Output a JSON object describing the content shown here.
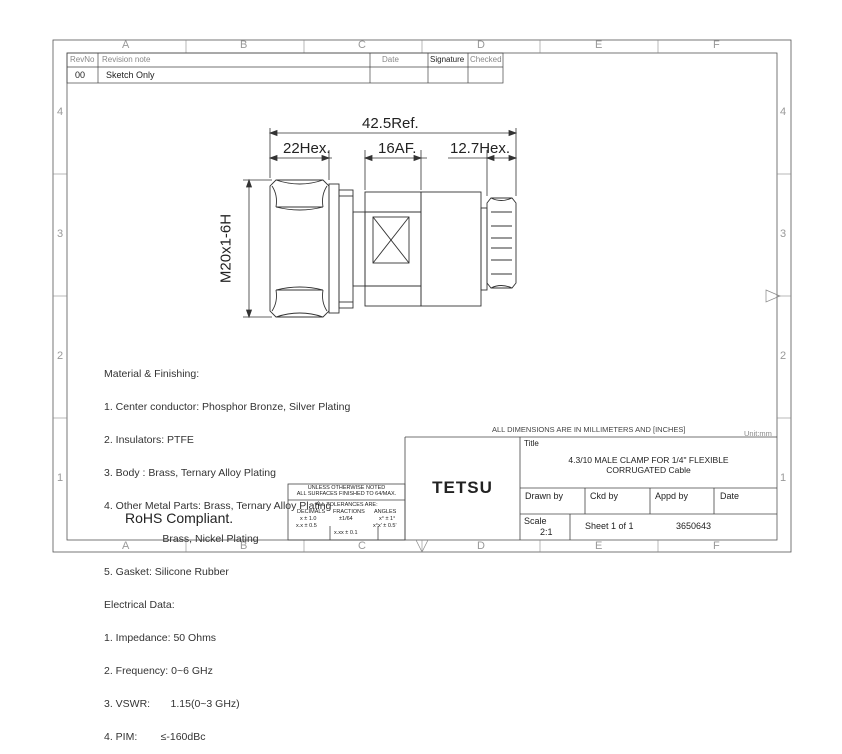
{
  "zones_top": [
    "A",
    "B",
    "C",
    "D",
    "E",
    "F"
  ],
  "zones_bottom": [
    "A",
    "B",
    "C",
    "D",
    "E",
    "F"
  ],
  "zones_left": [
    "4",
    "3",
    "2",
    "1"
  ],
  "zones_right": [
    "4",
    "3",
    "2",
    "1"
  ],
  "revision_table": {
    "headers": {
      "rev": "RevNo",
      "note": "Revision note",
      "date": "Date",
      "signature": "Signature",
      "checked": "Checked"
    },
    "row": {
      "rev": "00",
      "note": "Sketch Only"
    }
  },
  "dimensions": {
    "overall": "42.5Ref.",
    "hex_left": "22Hex.",
    "af_mid": "16AF.",
    "hex_right": "12.7Hex.",
    "thread": "M20x1-6H"
  },
  "materials": [
    "Material & Finishing:",
    "1. Center conductor: Phosphor Bronze, Silver Plating",
    "2. Insulators: PTFE",
    "3. Body : Brass, Ternary Alloy Plating",
    "4. Other Metal Parts: Brass, Ternary Alloy Plating",
    "                    Brass, Nickel Plating",
    "5. Gasket: Silicone Rubber",
    "Electrical Data:",
    "1. Impedance: 50 Ohms",
    "2. Frequency: 0~6 GHz",
    "3. VSWR:       1.15(0~3 GHz)",
    "4. PIM:        ≤-160dBc"
  ],
  "rohs": "RoHS Compliant.",
  "tolerance": {
    "line1": "UNLESS OTHERWISE NOTED",
    "line2": "ALL SURFACES FINISHED TO 64/MAX.",
    "line3": "ALL TOLERANCES ARE:",
    "col_decimals": "DECIMALS",
    "col_fractions": "FRACTIONS",
    "col_angles": "ANGLES",
    "dec1": "x ± 1.0",
    "dec2": "x.x ± 0.5",
    "dec3": "x.xx ± 0.1",
    "frac": "±1/64",
    "ang1": "x° ± 1°",
    "ang2": "x°x' ± 0.5'"
  },
  "title_block": {
    "dims_note": "ALL DIMENSIONS ARE IN MILLIMETERS AND [INCHES]",
    "unit": "Unit:mm",
    "title_label": "Title",
    "title_line1": "4.3/10 MALE CLAMP FOR 1/4\" FLEXIBLE",
    "title_line2": "CORRUGATED Cable",
    "company": "TETSU",
    "drawn_by": "Drawn by",
    "ckd_by": "Ckd by",
    "appd_by": "Appd by",
    "date": "Date",
    "scale_label": "Scale",
    "scale_value": "2:1",
    "sheet": "Sheet 1 of 1",
    "drawing_no": "3650643"
  }
}
